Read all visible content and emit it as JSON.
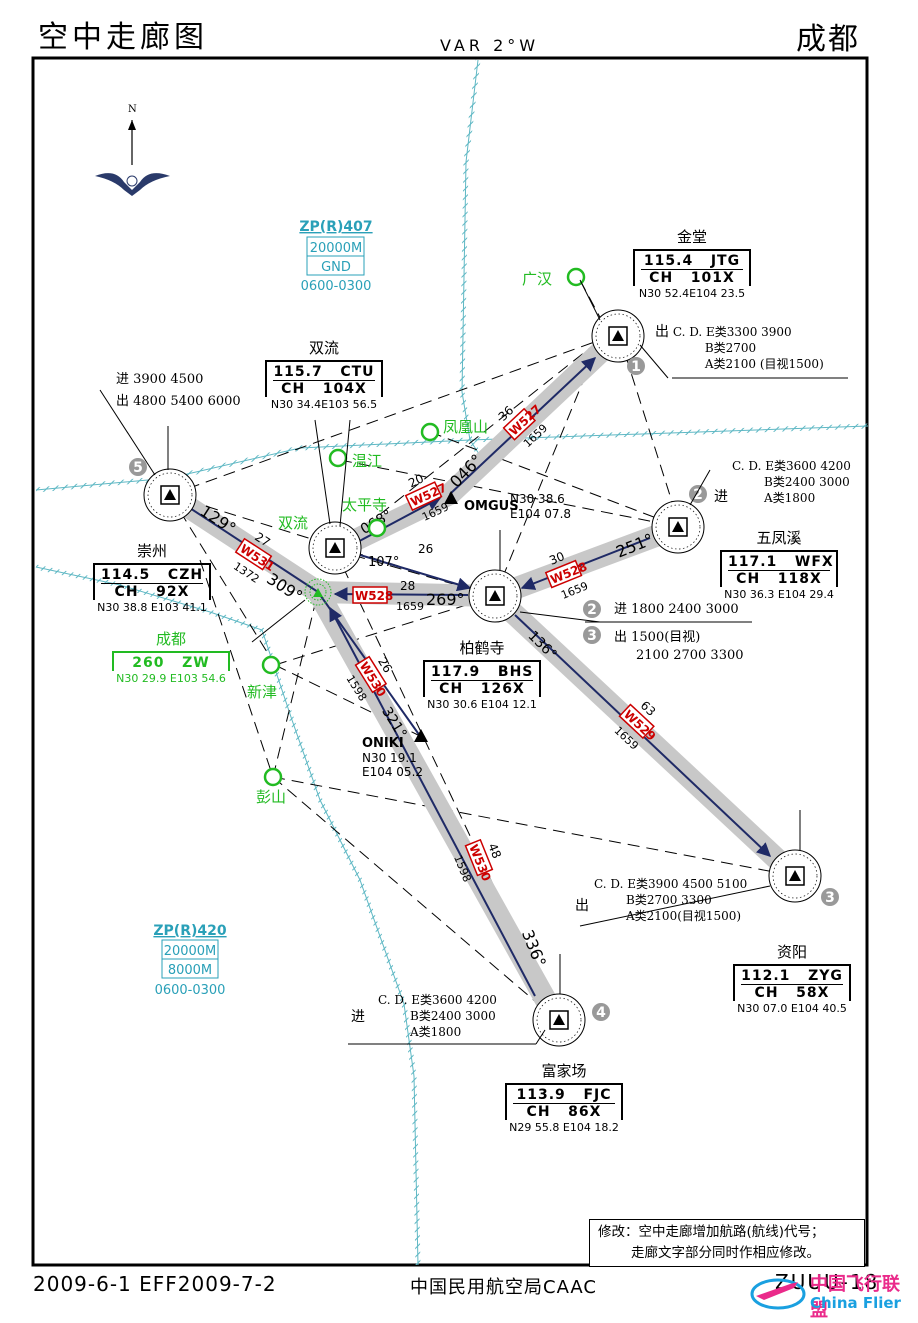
{
  "header": {
    "title": "空中走廊图",
    "city": "成都",
    "variation": "VAR 2°W"
  },
  "footer": {
    "dates": "2009-6-1 EFF2009-7-2",
    "authority": "中国民用航空局CAAC",
    "chart_code": "ZUUU-18"
  },
  "watermark": {
    "cn": "中国飞行联盟",
    "en": "China Flier"
  },
  "north": "N",
  "zones": [
    {
      "id": "ZP(R)407",
      "upper": "20000M",
      "lower": "GND",
      "time": "0600-0300"
    },
    {
      "id": "ZP(R)420",
      "upper": "20000M",
      "lower": "8000M",
      "time": "0600-0300"
    }
  ],
  "navaids": [
    {
      "name": "金堂",
      "freq": "115.4",
      "ident": "JTG",
      "ch": "CH",
      "chno": "101X",
      "coord": "N30  52.4E104  23.5"
    },
    {
      "name": "双流",
      "freq": "115.7",
      "ident": "CTU",
      "ch": "CH",
      "chno": "104X",
      "coord": "N30  34.4E103  56.5"
    },
    {
      "name": "崇州",
      "freq": "114.5",
      "ident": "CZH",
      "ch": "CH",
      "chno": "92X",
      "coord": "N30  38.8  E103  41.1"
    },
    {
      "name": "五凤溪",
      "freq": "117.1",
      "ident": "WFX",
      "ch": "CH",
      "chno": "118X",
      "coord": "N30  36.3 E104  29.4"
    },
    {
      "name": "柏鹤寺",
      "freq": "117.9",
      "ident": "BHS",
      "ch": "CH",
      "chno": "126X",
      "coord": "N30  30.6 E104  12.1"
    },
    {
      "name": "资阳",
      "freq": "112.1",
      "ident": "ZYG",
      "ch": "CH",
      "chno": "58X",
      "coord": "N30  07.0 E104  40.5"
    },
    {
      "name": "富家场",
      "freq": "113.9",
      "ident": "FJC",
      "ch": "CH",
      "chno": "86X",
      "coord": "N29  55.8 E104  18.2"
    }
  ],
  "ndb": {
    "name": "成都",
    "freq": "260",
    "ident": "ZW",
    "coord": "N30  29.9 E103  54.6"
  },
  "green_points": [
    "广汉",
    "凤凰山",
    "温江",
    "太平寺",
    "双流",
    "新津",
    "彭山"
  ],
  "fixes": [
    {
      "name": "OMGUS",
      "coord1": "N30  38.6",
      "coord2": "E104  07.8"
    },
    {
      "name": "ONIKI",
      "coord1": "N30  19.1",
      "coord2": "E104  05.2"
    }
  ],
  "corridors": [
    {
      "code": "W527",
      "dist1": "36",
      "alt": "1659",
      "bearing": "046°"
    },
    {
      "code": "W527",
      "dist1": "20",
      "alt": "1659",
      "bearing": "068°"
    },
    {
      "code": "W528",
      "dist1": "30",
      "alt": "1659",
      "bearing": "251°"
    },
    {
      "code": "W528",
      "dist1": "28",
      "alt": "1659",
      "bearing": "269°"
    },
    {
      "code": "W529",
      "dist1": "63",
      "alt": "1659",
      "bearing": "136°"
    },
    {
      "code": "W530",
      "dist1": "26",
      "alt": "1598",
      "bearing": "321°"
    },
    {
      "code": "W530",
      "dist1": "48",
      "alt": "1598",
      "bearing": "336°"
    },
    {
      "code": "W531",
      "dist1": "27",
      "alt": "1372",
      "bearing": "129°"
    }
  ],
  "other_labels": {
    "b309": "309°",
    "b107": "107°",
    "d26": "26"
  },
  "badges": [
    "1",
    "2",
    "3",
    "4",
    "5"
  ],
  "procedures": {
    "p1_out": "出",
    "p1_l1": "C. D. E类3300  3900",
    "p1_l2": "B类2700",
    "p1_l3": "A类2100 (目视1500)",
    "p2_l1": "C. D. E类3600  4200",
    "p2_l2": "B类2400  3000",
    "p2_l3": "A类1800",
    "p2_in": "进",
    "p5_in": "进  3900  4500",
    "p5_out": "出  4800  5400  6000",
    "bhs_in": "进  1800  2400  3000",
    "bhs_out1": "出  1500(目视)",
    "bhs_out2": "2100  2700  3300",
    "p3_out": "出",
    "p3_l1": "C. D. E类3900  4500  5100",
    "p3_l2": "B类2700  3300",
    "p3_l3": "A类2100(目视1500)",
    "p4_in": "进",
    "p4_l1": "C. D. E类3600  4200",
    "p4_l2": "B类2400  3000",
    "p4_l3": "A类1800"
  },
  "note": {
    "line1": "修改：空中走廊增加航路(航线)代号；",
    "line2": "走廊文字部分同时作相应修改。"
  }
}
